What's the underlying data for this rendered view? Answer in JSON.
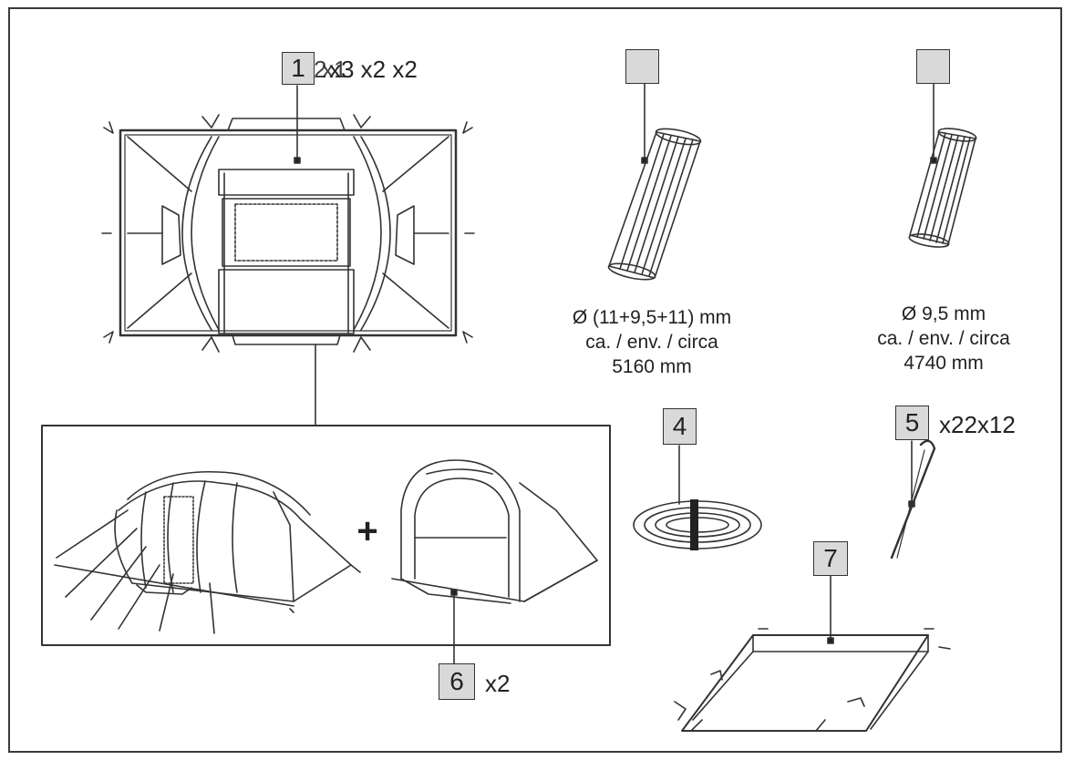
{
  "parts": [
    {
      "id": "tent-frame",
      "label": "1",
      "overlay_label": "2",
      "quantity_text": "x3 x2 x2",
      "overlay_quantity_text": "x1"
    },
    {
      "id": "long-poles",
      "label": "",
      "spec": [
        "Ø (11+9,5+11) mm",
        "ca. / env. / circa",
        "5160 mm"
      ]
    },
    {
      "id": "short-poles",
      "label": "",
      "spec": [
        "Ø 9,5 mm",
        "ca. / env. / circa",
        "4740 mm"
      ]
    },
    {
      "id": "guy-rope",
      "label": "4"
    },
    {
      "id": "pegs",
      "label": "5",
      "quantity_text": "x22x12"
    },
    {
      "id": "inner-tent",
      "label": "6",
      "quantity_text": "x2"
    },
    {
      "id": "groundsheet",
      "label": "7"
    }
  ],
  "plus_sign": "+",
  "colors": {
    "line": "#333333",
    "label_fill": "#d9d9d9",
    "background": "#ffffff"
  }
}
